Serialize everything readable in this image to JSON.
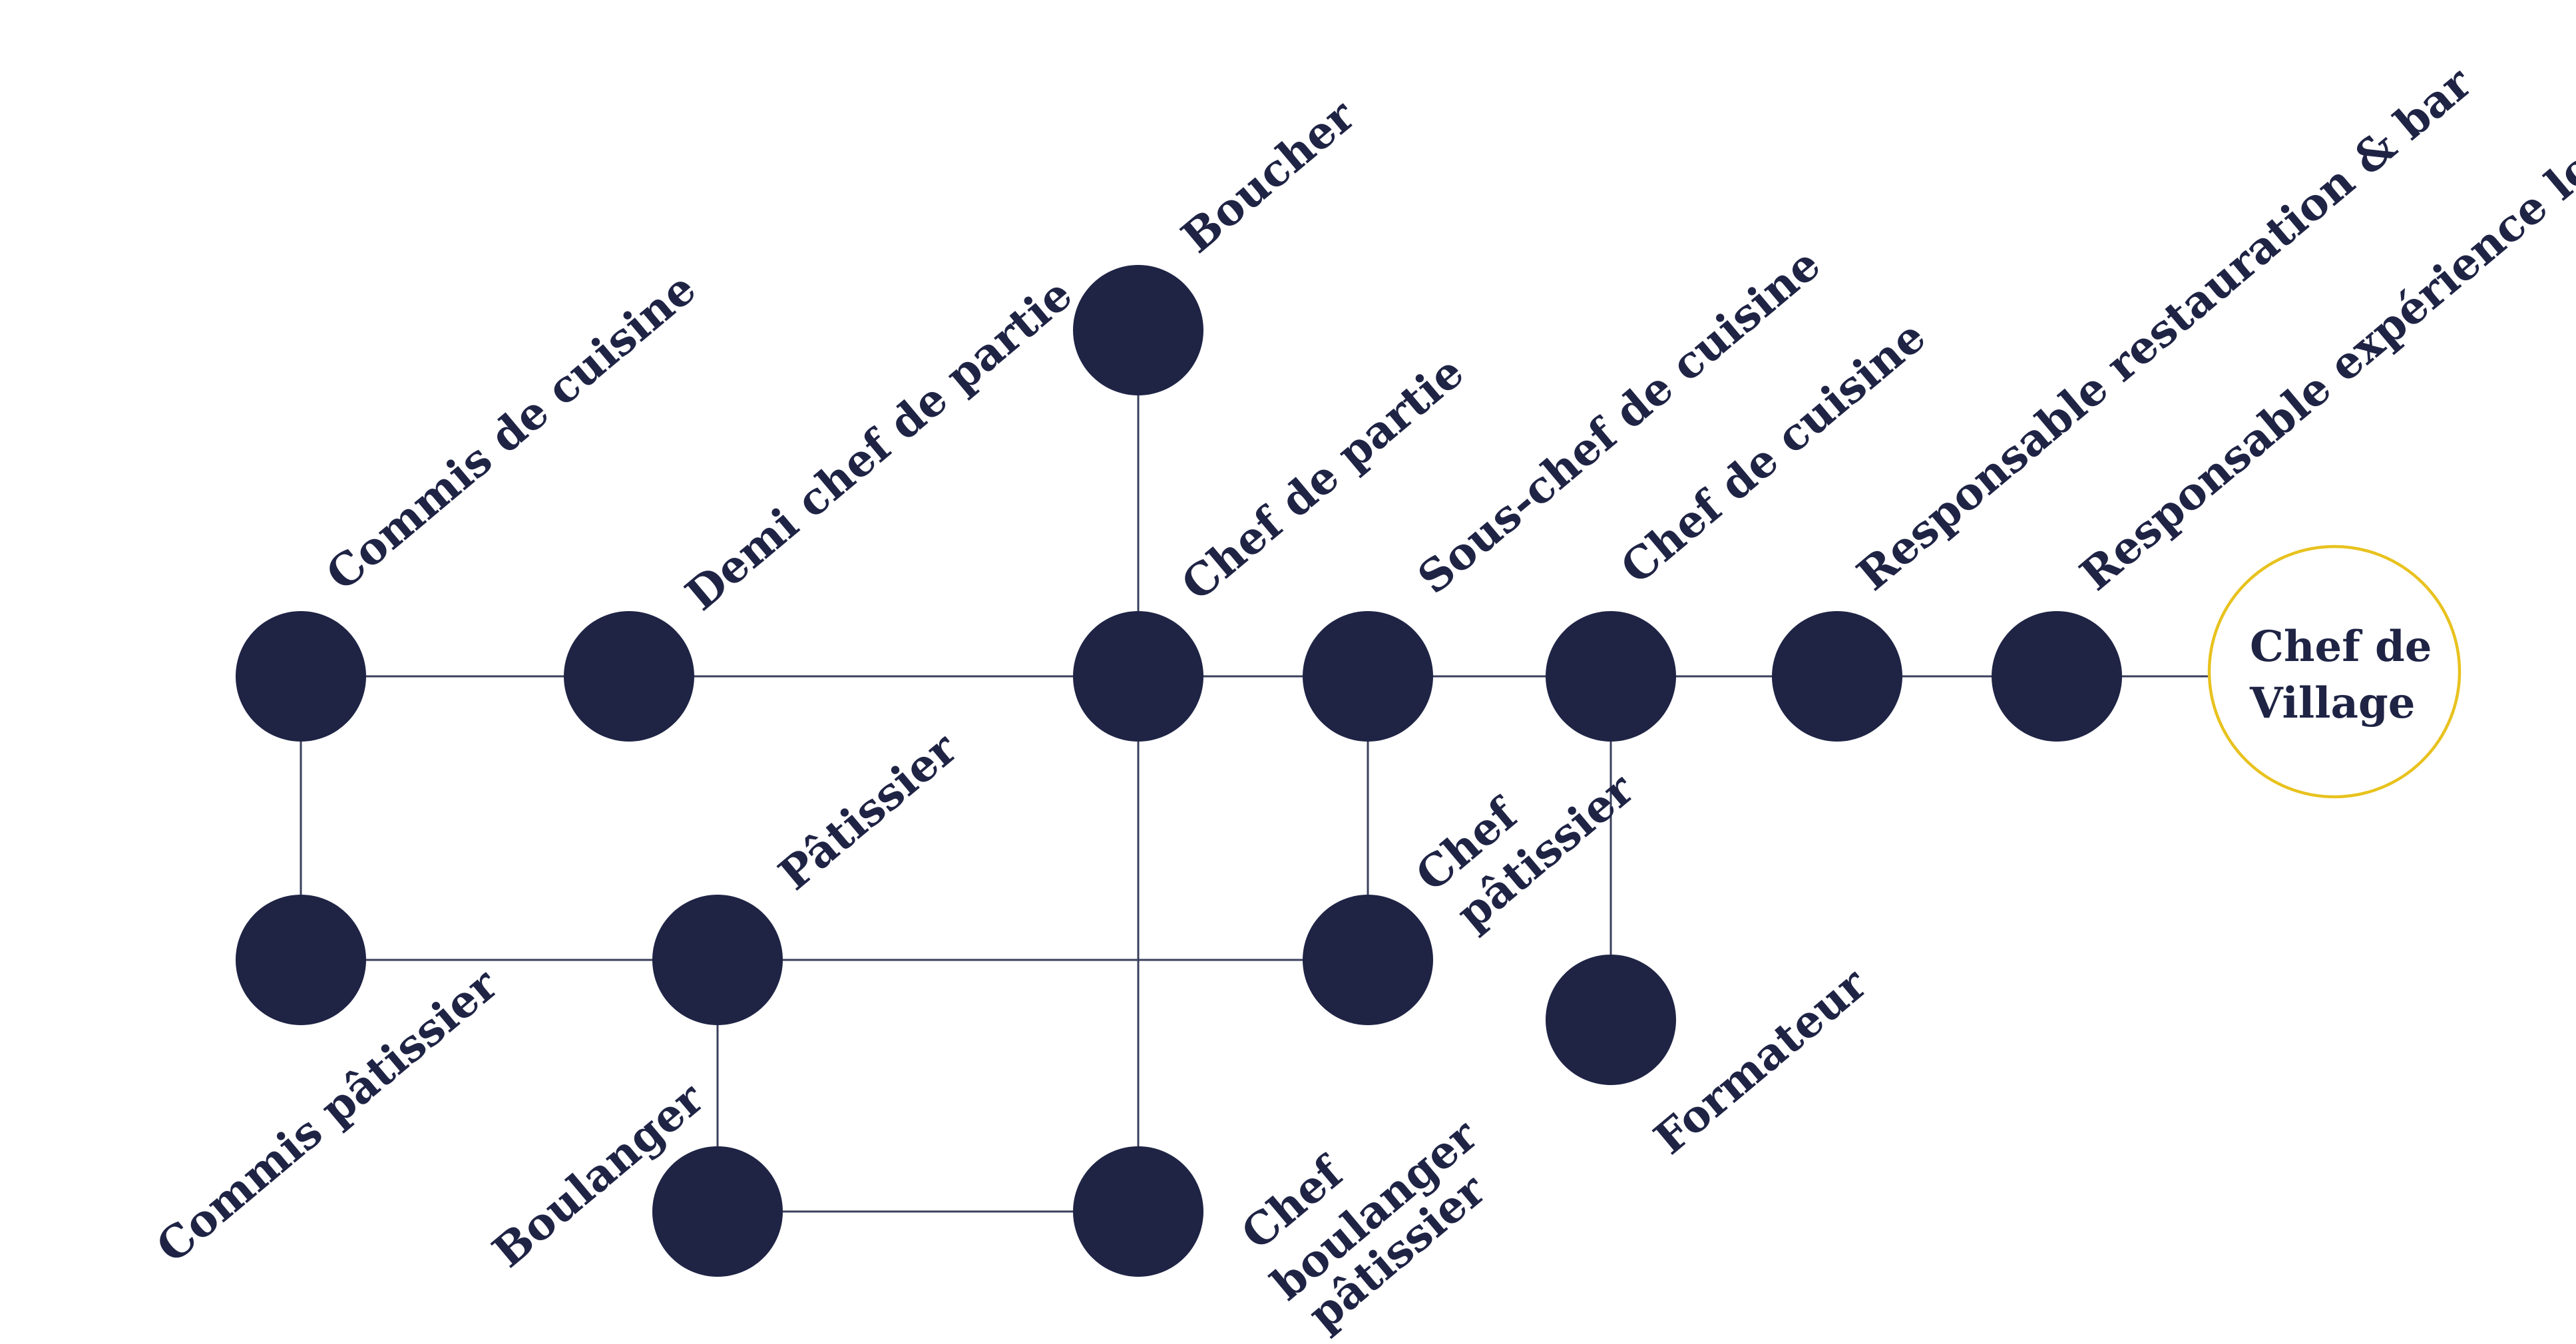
{
  "colors": {
    "node": "#1f2445",
    "edge": "#3a3f5c",
    "target_ring": "#e8c21e",
    "background": "#ffffff"
  },
  "nodes": {
    "commis_cuisine": {
      "label": "Commis de cuisine"
    },
    "demi_chef": {
      "label": "Demi chef de partie"
    },
    "boucher": {
      "label": "Boucher"
    },
    "chef_partie": {
      "label": "Chef de partie"
    },
    "sous_chef": {
      "label": "Sous-chef de cuisine"
    },
    "chef_cuisine": {
      "label": "Chef de cuisine"
    },
    "resp_resto": {
      "label": "Responsable restauration & bar"
    },
    "resp_loisirs": {
      "label": "Responsable expérience loisirs"
    },
    "chef_village": {
      "label_line1": "Chef de",
      "label_line2": "Village"
    },
    "commis_patissier": {
      "label": "Commis pâtissier"
    },
    "patissier": {
      "label": "Pâtissier"
    },
    "chef_patissier": {
      "label_line1": "Chef",
      "label_line2": "pâtissier"
    },
    "formateur": {
      "label": "Formateur"
    },
    "boulanger": {
      "label": "Boulanger"
    },
    "chef_boulanger": {
      "label_line1": "Chef",
      "label_line2": "boulanger",
      "label_line3": "pâtissier"
    }
  }
}
